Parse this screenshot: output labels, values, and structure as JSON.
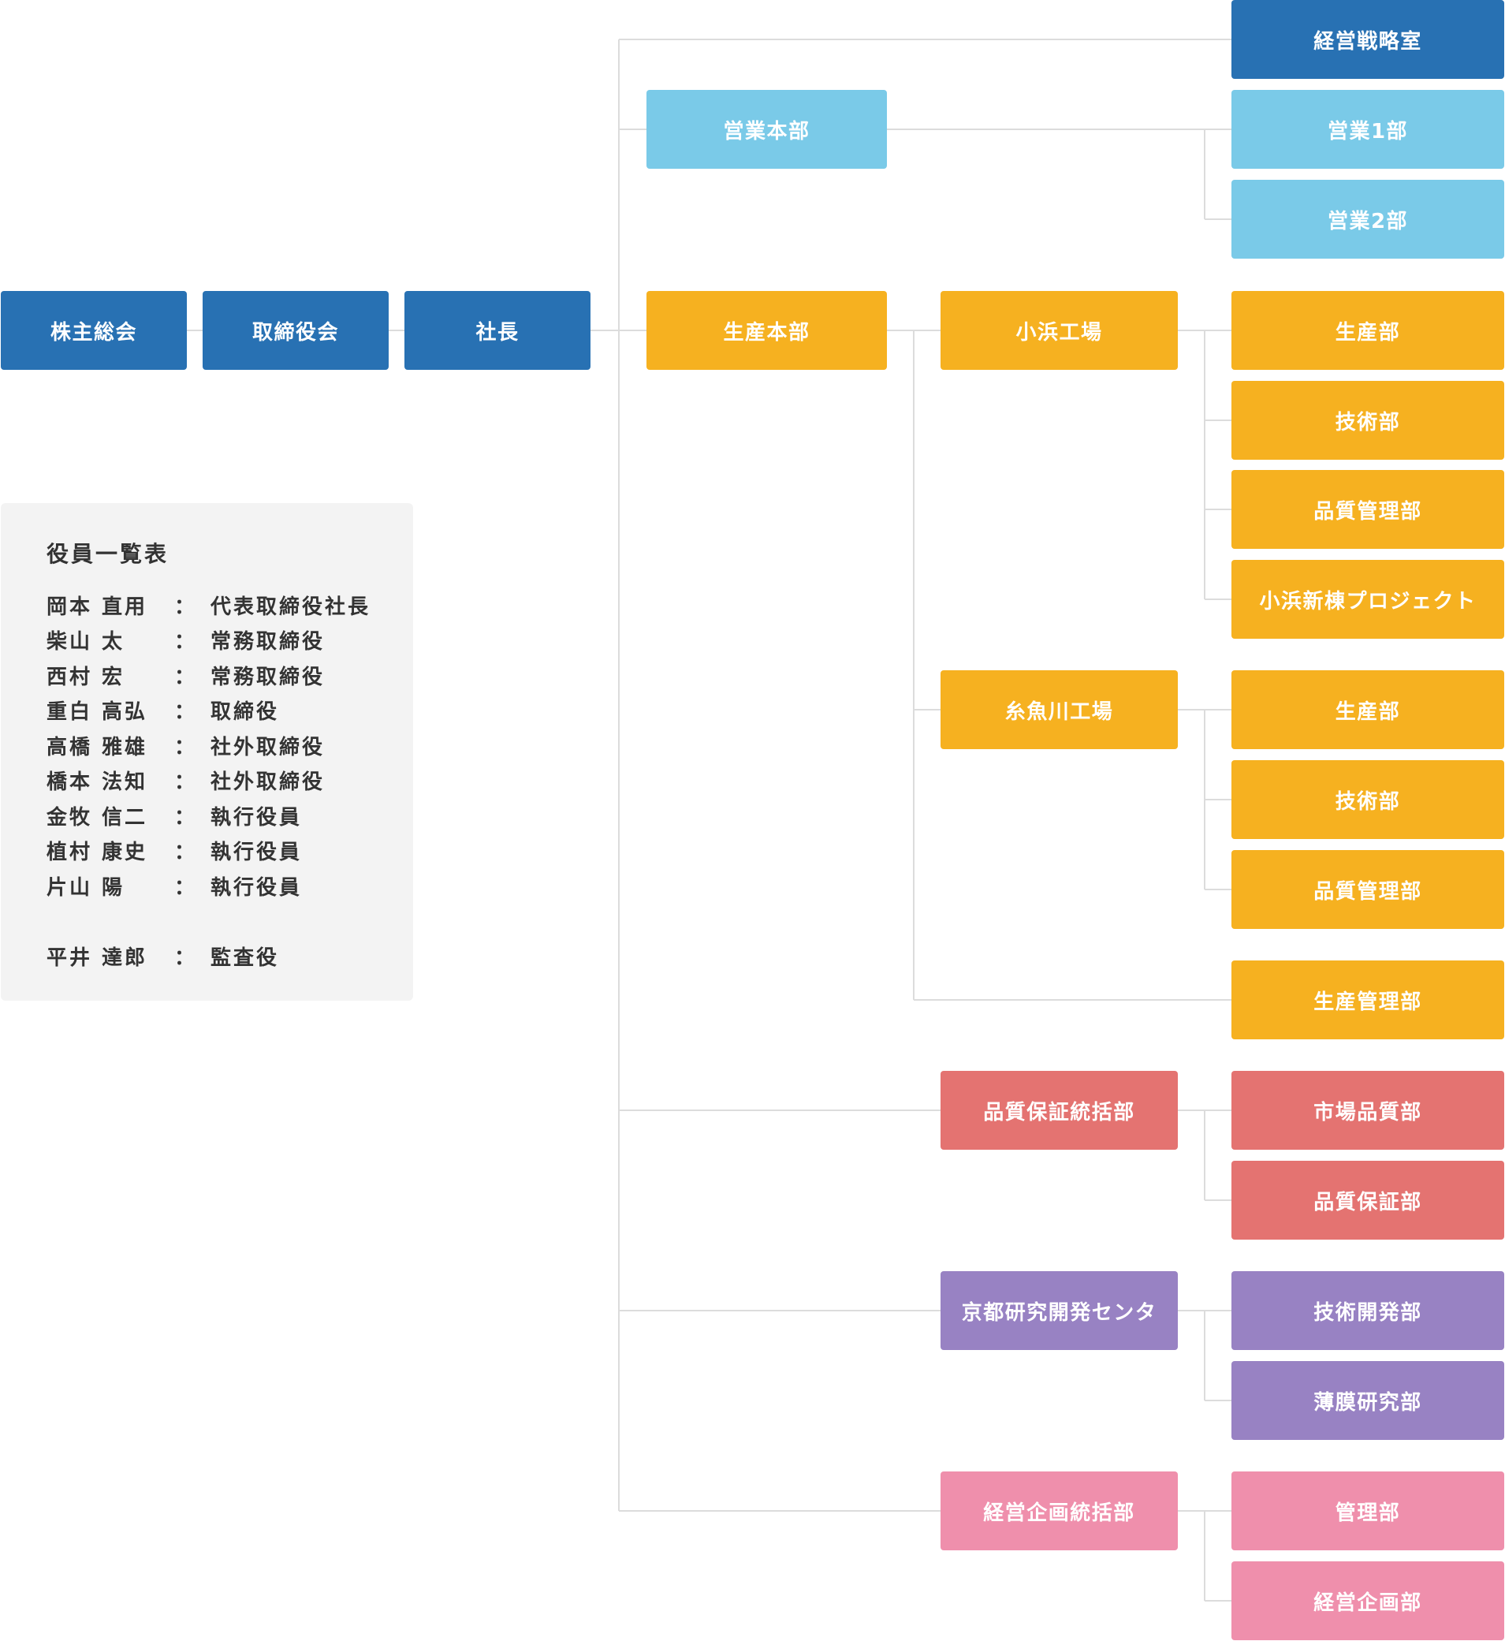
{
  "colors": {
    "blue": "#2871b3",
    "sky": "#7acae8",
    "yellow": "#f6b120",
    "red": "#e47371",
    "purple": "#9882c3",
    "pink": "#ef8fac",
    "connector": "#dcdcdc",
    "panel": "#f3f3f3"
  },
  "org": {
    "shareholders": "株主総会",
    "board": "取締役会",
    "president": "社長",
    "strategy": "経営戦略室",
    "sales_hq": "営業本部",
    "sales_1": "営業1部",
    "sales_2": "営業2部",
    "production_hq": "生産本部",
    "obama_factory": "小浜工場",
    "obama_production": "生産部",
    "obama_engineering": "技術部",
    "obama_quality": "品質管理部",
    "obama_new_building": "小浜新棟プロジェクト",
    "itoigawa_factory": "糸魚川工場",
    "itoigawa_production": "生産部",
    "itoigawa_engineering": "技術部",
    "itoigawa_quality": "品質管理部",
    "production_control": "生産管理部",
    "qa_division": "品質保証統括部",
    "market_quality": "市場品質部",
    "quality_assurance": "品質保証部",
    "kyoto_center": "京都研究開発センタ",
    "tech_development": "技術開発部",
    "thin_film": "薄膜研究部",
    "planning_division": "経営企画統括部",
    "administration": "管理部",
    "corporate_planning": "経営企画部"
  },
  "officers": {
    "title": "役員一覧表",
    "rows": [
      {
        "name": "岡本 直用",
        "colon": "：",
        "role": "代表取締役社長"
      },
      {
        "name": "柴山 太",
        "colon": "：",
        "role": "常務取締役"
      },
      {
        "name": "西村 宏",
        "colon": "：",
        "role": "常務取締役"
      },
      {
        "name": "重白 高弘",
        "colon": "：",
        "role": "取締役"
      },
      {
        "name": "高橋 雅雄",
        "colon": "：",
        "role": "社外取締役"
      },
      {
        "name": "橋本 法知",
        "colon": "：",
        "role": "社外取締役"
      },
      {
        "name": "金牧 信二",
        "colon": "：",
        "role": "執行役員"
      },
      {
        "name": "植村 康史",
        "colon": "：",
        "role": "執行役員"
      },
      {
        "name": "片山 陽",
        "colon": "：",
        "role": "執行役員"
      },
      {
        "name": "平井 達郎",
        "colon": "：",
        "role": "監査役"
      }
    ]
  }
}
